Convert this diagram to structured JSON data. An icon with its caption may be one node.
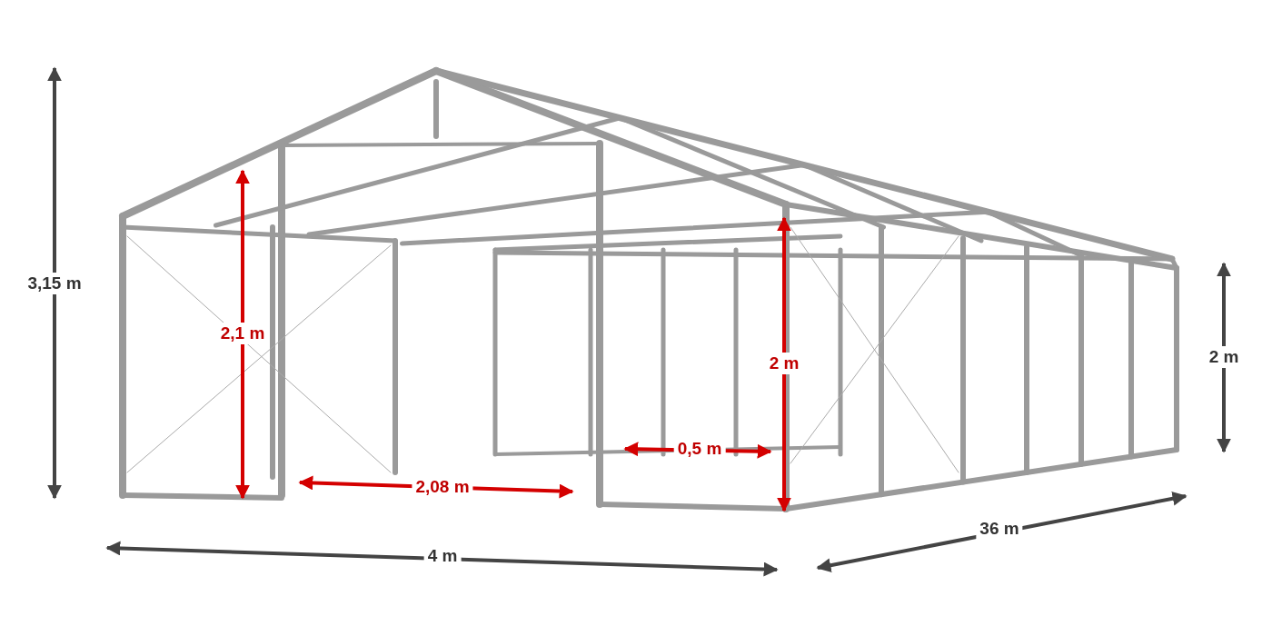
{
  "diagram": {
    "labels": [
      "3,15 m",
      "2,1 m",
      "2 m",
      "2 m",
      "0,5 m",
      "2,08 m",
      "36 m",
      "4 m"
    ]
  }
}
